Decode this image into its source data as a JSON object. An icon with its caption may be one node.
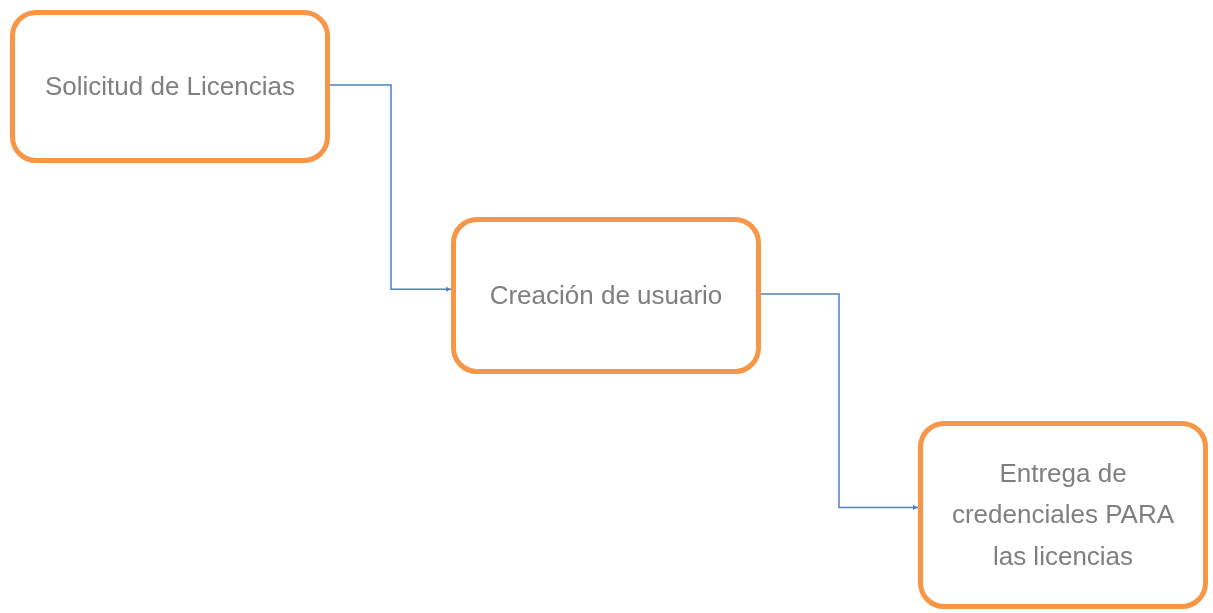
{
  "diagram": {
    "nodes": [
      {
        "text": [
          "Solicitud de Licencias"
        ]
      },
      {
        "text": [
          "Creación de usuario"
        ]
      },
      {
        "text": [
          "Entrega de credenciales PARA las licencias"
        ]
      }
    ],
    "edges": [
      {
        "from": 0,
        "to": 1,
        "arrow": "to"
      },
      {
        "from": 1,
        "to": 2,
        "arrow": "to"
      }
    ]
  }
}
